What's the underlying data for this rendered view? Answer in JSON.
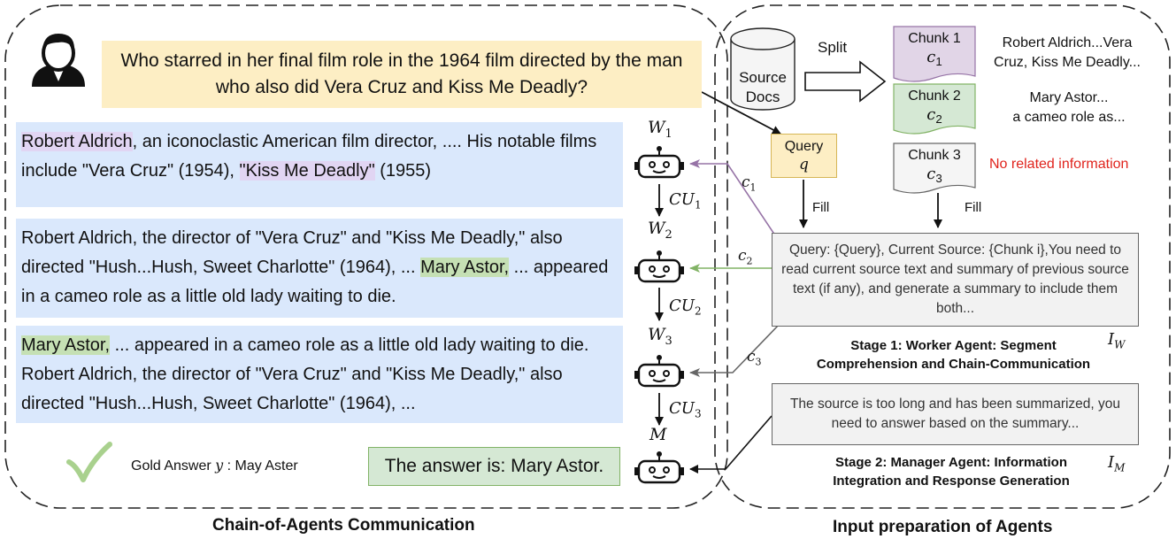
{
  "question": {
    "text": "Who starred in her final film role in the 1964 film directed by the man who also did Vera Cruz and Kiss Me Deadly?"
  },
  "contexts": [
    {
      "hl1": "Robert Aldrich",
      "mid1": ", an iconoclastic American film director, .... His notable films include \"Vera Cruz\" (1954), ",
      "hl2": "\"Kiss Me Deadly\"",
      "end": " (1955)"
    },
    {
      "pre": "Robert Aldrich, the director of \"Vera Cruz\" and \"Kiss Me Deadly,\" also directed \"Hush...Hush, Sweet Charlotte\" (1964), ... ",
      "hl": "Mary Astor,",
      "post": " ... appeared in a cameo role as a little old lady waiting to die."
    },
    {
      "hl": " Mary Astor,",
      "post": " ... appeared in a cameo role as a little old lady waiting to die. Robert Aldrich, the director of \"Vera Cruz\" and \"Kiss Me Deadly,\" also directed \"Hush...Hush, Sweet Charlotte\" (1964), ..."
    }
  ],
  "agents": {
    "w1": {
      "base": "W",
      "sub": "1"
    },
    "w2": {
      "base": "W",
      "sub": "2"
    },
    "w3": {
      "base": "W",
      "sub": "3"
    },
    "m": {
      "base": "M"
    }
  },
  "communication_units": [
    {
      "base": "CU",
      "sub": "1"
    },
    {
      "base": "CU",
      "sub": "2"
    },
    {
      "base": "CU",
      "sub": "3"
    }
  ],
  "chunk_arrows": [
    {
      "base": "c",
      "sub": "1"
    },
    {
      "base": "c",
      "sub": "2"
    },
    {
      "base": "c",
      "sub": "3"
    }
  ],
  "gold_answer": {
    "prefix": "Gold Answer ",
    "var": "y",
    "suffix": " : May Aster"
  },
  "answer": "The answer is: Mary Astor.",
  "left_title": "Chain-of-Agents Communication",
  "right_title": "Input preparation of Agents",
  "source_docs": {
    "line1": "Source",
    "line2": "Docs"
  },
  "split_label": "Split",
  "chunks": [
    {
      "title": "Chunk 1",
      "var": "c",
      "sub": "1",
      "desc1": "Robert Aldrich...Vera",
      "desc2": "Cruz, Kiss Me Deadly..."
    },
    {
      "title": "Chunk 2",
      "var": "c",
      "sub": "2",
      "desc1": "Mary Astor...",
      "desc2": "a cameo role as..."
    },
    {
      "title": "Chunk 3",
      "var": "c",
      "sub": "3",
      "desc1": "No related information"
    }
  ],
  "query": {
    "title": "Query",
    "var": "q"
  },
  "fill_label": "Fill",
  "worker_prompt": "Query: {Query}, Current Source: {Chunk i},You need to read current source text and summary of previous source text (if any), and generate a summary to include them both...",
  "stage1": {
    "line1": "Stage 1: Worker Agent: Segment",
    "line2": "Comprehension and Chain-Communication",
    "label_base": "I",
    "label_sub": "W"
  },
  "manager_prompt": "The source is too long and has been summarized, you need to answer based on the summary...",
  "stage2": {
    "line1": "Stage 2: Manager Agent: Information",
    "line2": "Integration and Response Generation",
    "label_base": "I",
    "label_sub": "M"
  },
  "colors": {
    "question_bg": "#fdeec4",
    "context_bg": "#dae8fc",
    "highlight_purple": "#e1d5f3",
    "highlight_green": "#c5e0b4",
    "answer_bg": "#d5e8d4",
    "chunk1": "#e1d5e7",
    "chunk2": "#d5e8d4",
    "chunk3": "#f5f5f5",
    "c1_arrow": "#9673a6",
    "c2_arrow": "#82b366",
    "c3_arrow": "#666666",
    "no_info_text": "#e0231c"
  }
}
